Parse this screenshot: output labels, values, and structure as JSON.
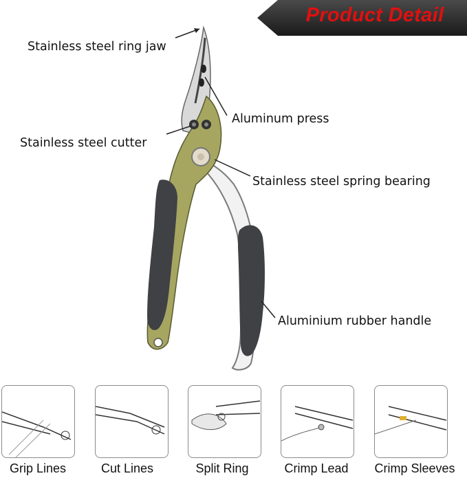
{
  "banner": {
    "title": "Product Detail",
    "text_color": "#e01010",
    "bg_color": "#2a2a2a"
  },
  "callouts": {
    "jaw": "Stainless steel ring jaw",
    "press": "Aluminum press",
    "cutter": "Stainless steel cutter",
    "bearing": "Stainless steel spring bearing",
    "handle": "Aluminium rubber handle"
  },
  "colors": {
    "body": "#a6a661",
    "grip": "#3f4145",
    "steel": "#e8e8e8"
  },
  "features": [
    {
      "label": "Grip Lines"
    },
    {
      "label": "Cut Lines"
    },
    {
      "label": "Split Ring"
    },
    {
      "label": "Crimp Lead"
    },
    {
      "label": "Crimp Sleeves"
    }
  ]
}
